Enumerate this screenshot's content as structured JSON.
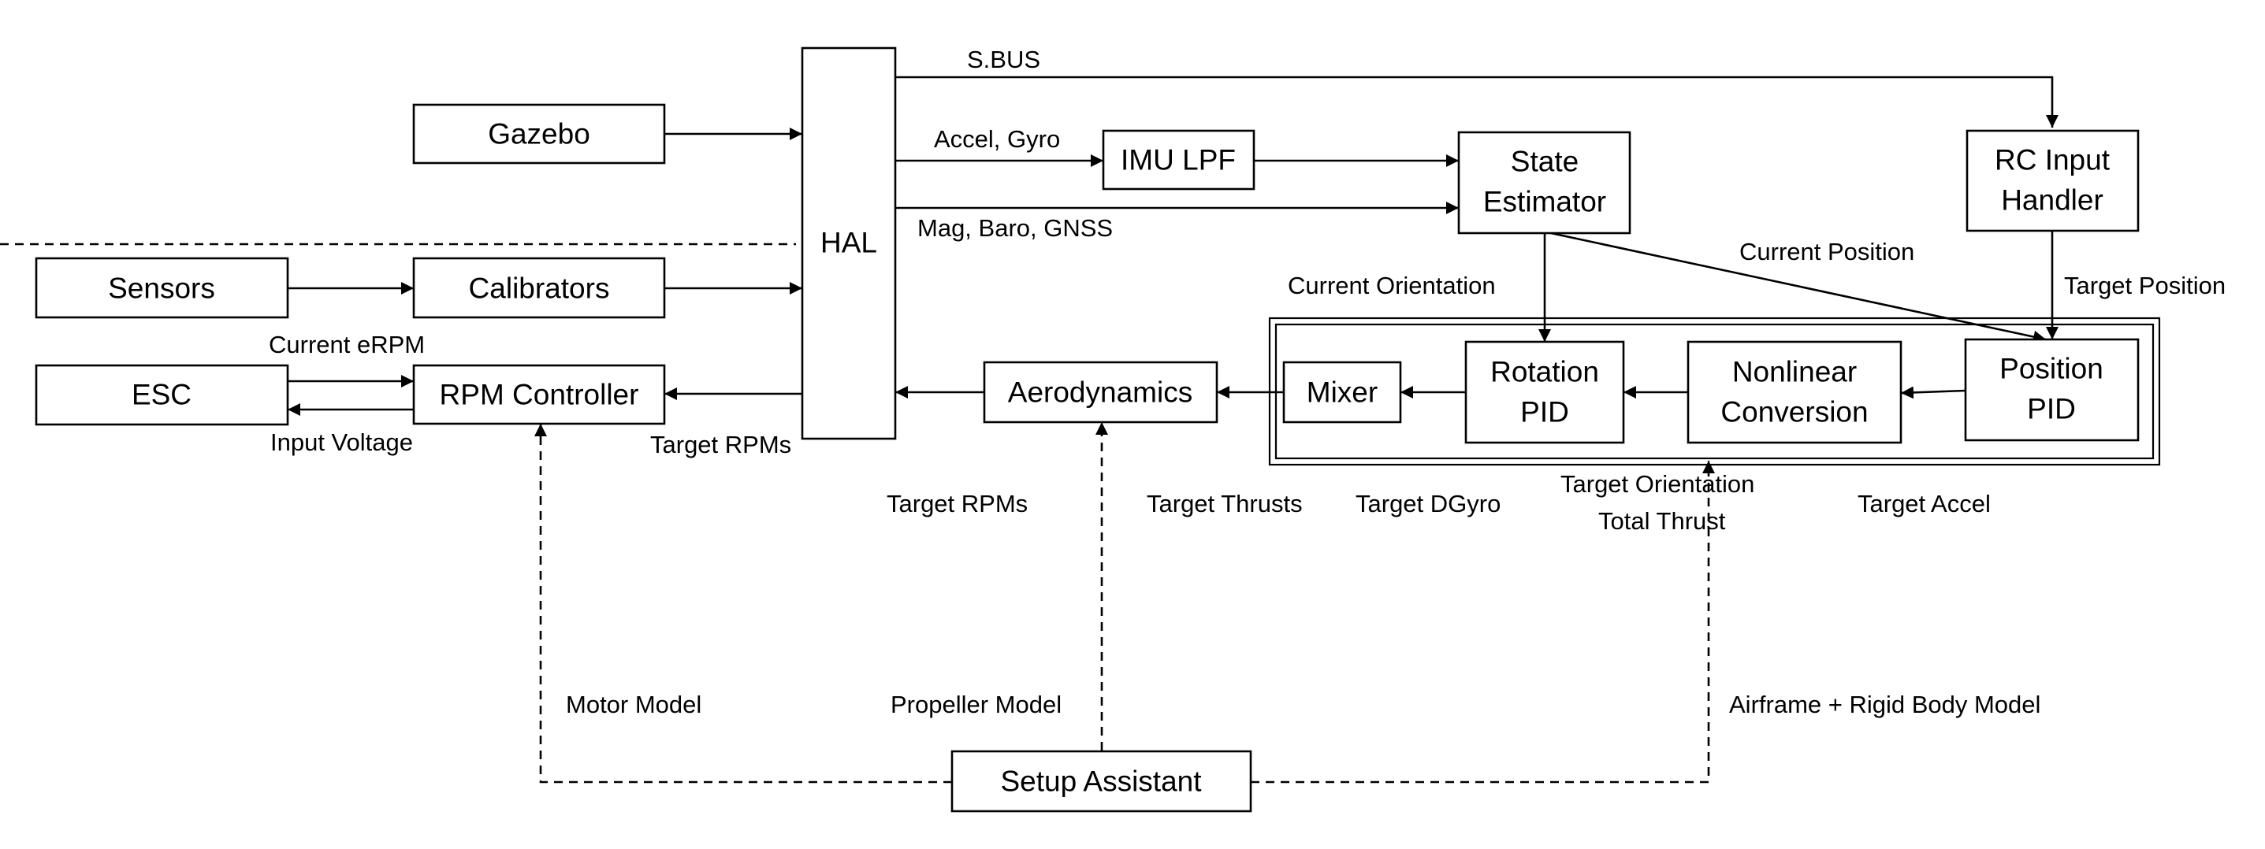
{
  "colors": {
    "stroke": "#000000",
    "background": "#ffffff",
    "text": "#000000"
  },
  "blocks": {
    "gazebo": "Gazebo",
    "hal": "HAL",
    "sensors": "Sensors",
    "calibrators": "Calibrators",
    "esc": "ESC",
    "rpm_controller": "RPM Controller",
    "imu_lpf": "IMU LPF",
    "state_estimator": [
      "State",
      "Estimator"
    ],
    "rc_input_handler": [
      "RC Input",
      "Handler"
    ],
    "aerodynamics": "Aerodynamics",
    "mixer": "Mixer",
    "rotation_pid": [
      "Rotation",
      "PID"
    ],
    "nonlinear_conversion": [
      "Nonlinear",
      "Conversion"
    ],
    "position_pid": [
      "Position",
      "PID"
    ],
    "setup_assistant": "Setup Assistant"
  },
  "signals": {
    "sbus": "S.BUS",
    "accel_gyro": "Accel, Gyro",
    "mag_baro_gnss": "Mag, Baro, GNSS",
    "current_position": "Current Position",
    "current_orientation": "Current Orientation",
    "target_position": "Target Position",
    "current_erpm": "Current eRPM",
    "input_voltage": "Input Voltage",
    "target_rpms_hal": "Target RPMs",
    "target_rpms": "Target RPMs",
    "target_thrusts": "Target Thrusts",
    "target_dgyro": "Target DGyro",
    "target_orientation": "Target Orientation",
    "total_thrust": "Total Thrust",
    "target_accel": "Target Accel",
    "motor_model": "Motor Model",
    "propeller_model": "Propeller Model",
    "airframe_model": "Airframe + Rigid Body Model"
  }
}
